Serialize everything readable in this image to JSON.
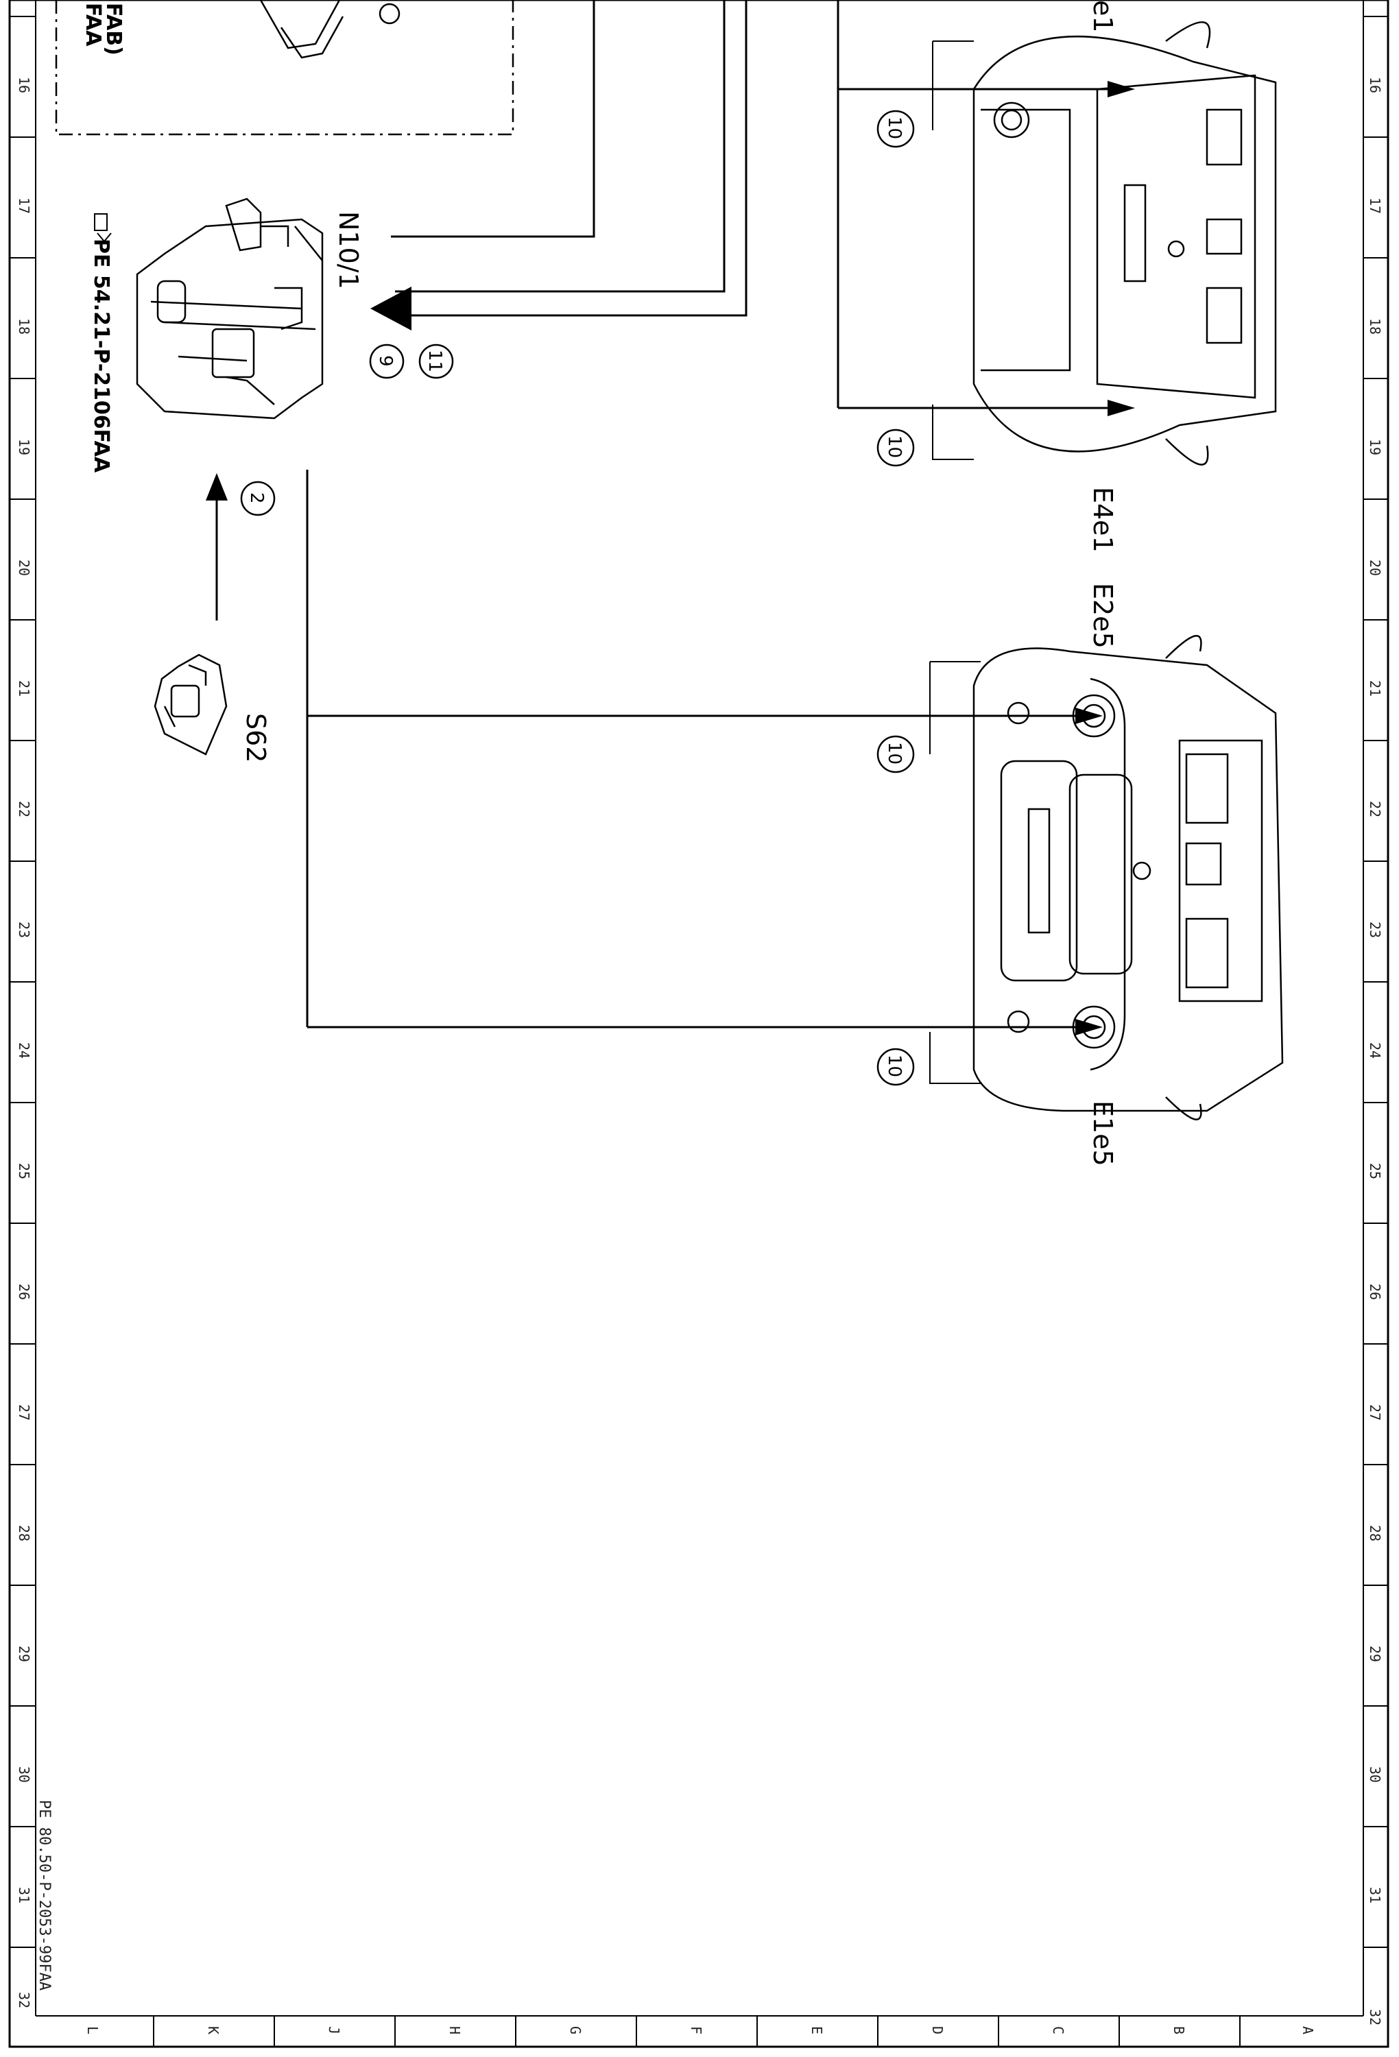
{
  "frame": {
    "row_numbers": [
      "16",
      "17",
      "18",
      "19",
      "20",
      "21",
      "22",
      "23",
      "24",
      "25",
      "26",
      "27",
      "28",
      "29",
      "30",
      "31",
      "32"
    ],
    "column_letters": [
      "L",
      "K",
      "J",
      "H",
      "G",
      "F",
      "E",
      "D",
      "C",
      "B",
      "A"
    ],
    "document_number": "PE 80.50-P-2053-99FAA"
  },
  "labels": {
    "n10_1": "N10/1",
    "n10_1_ref": "PE 54.21-P-2106FAA",
    "s62": "S62",
    "e4e1": "E4e1",
    "e2e5": "E2e5",
    "e1e5": "E1e5",
    "e3e1_partial": "e1",
    "topleft_line1": "FAA",
    "topleft_line2": "FAB)"
  },
  "callouts": {
    "c2": "2",
    "c9": "9",
    "c10": "10",
    "c11": "11"
  }
}
